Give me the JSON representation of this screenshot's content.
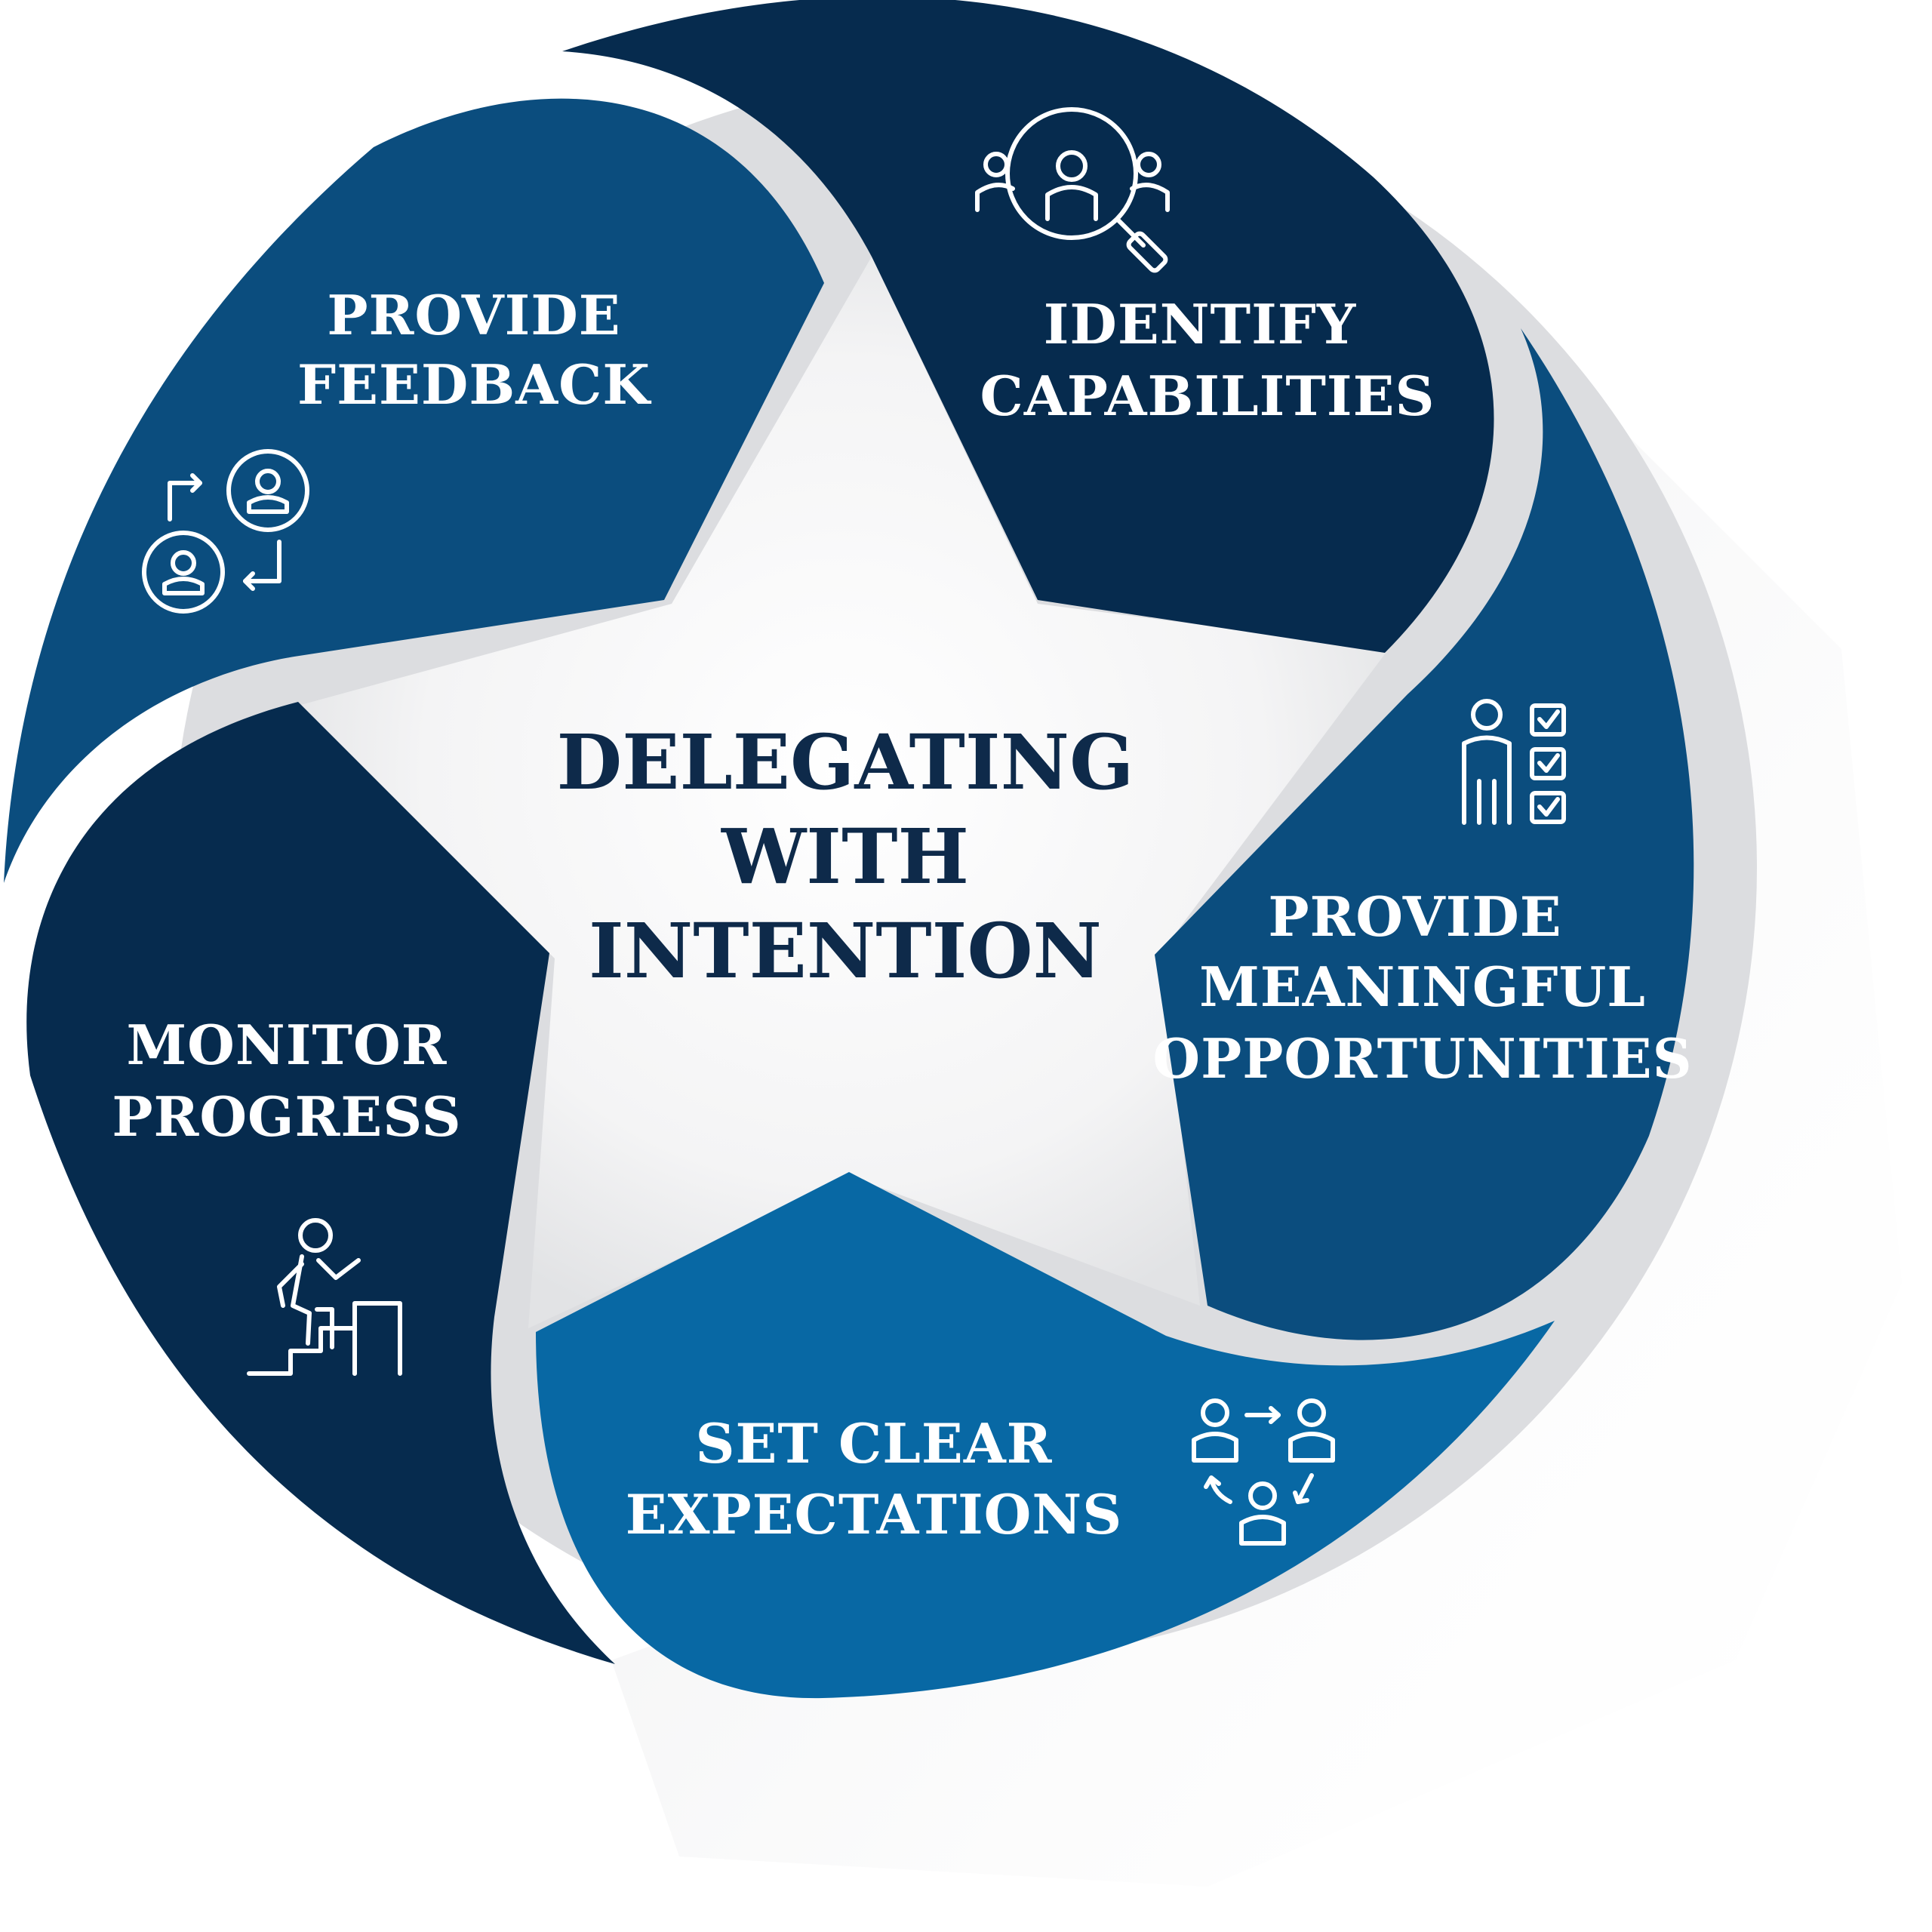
{
  "title": {
    "lines": [
      "DELEGATING",
      "WITH",
      "INTENTION"
    ]
  },
  "segments": [
    {
      "id": "identify",
      "lines": [
        "IDENTIFY",
        "CAPABILITIES"
      ],
      "icon": "team-search-icon",
      "color": "#062b4e"
    },
    {
      "id": "opportunities",
      "lines": [
        "PROVIDE",
        "MEANINGFUL",
        "OPPORTUNITIES"
      ],
      "icon": "person-checklist-icon",
      "color": "#0b4d7e"
    },
    {
      "id": "expectations",
      "lines": [
        "SET CLEAR",
        "EXPECTATIONS"
      ],
      "icon": "people-cycle-icon",
      "color": "#0868a4"
    },
    {
      "id": "monitor",
      "lines": [
        "MONITOR",
        "PROGRESS"
      ],
      "icon": "climbing-stairs-icon",
      "color": "#062b4e"
    },
    {
      "id": "feedback",
      "lines": [
        "PROVIDE",
        "FEEDBACK"
      ],
      "icon": "feedback-exchange-icon",
      "color": "#0b4d7e"
    }
  ],
  "colors": {
    "dark_navy": "#062b4e",
    "mid_blue": "#0b4d7e",
    "bright_blue": "#0868a4",
    "center_text": "#0e2a4a",
    "gap_gray": "#dcdde0"
  }
}
